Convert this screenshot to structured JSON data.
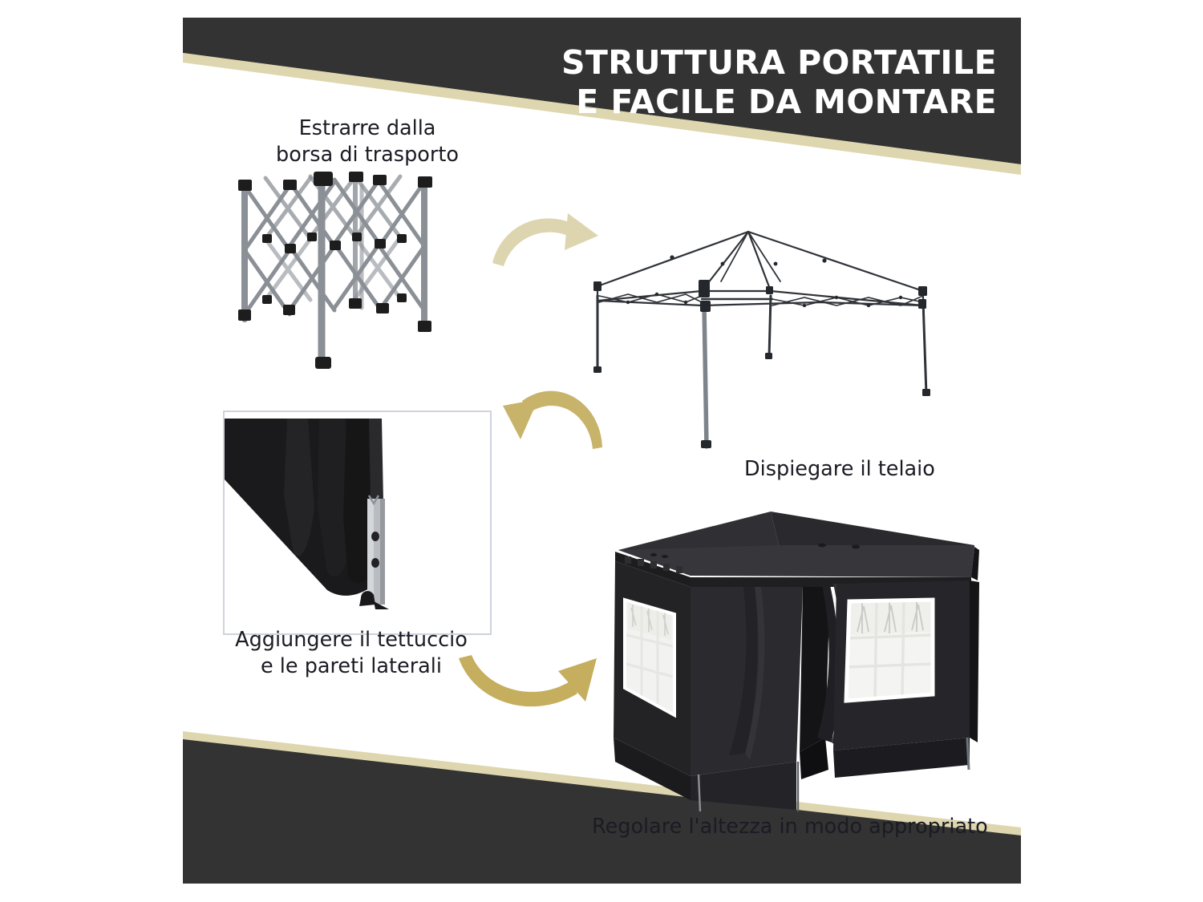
{
  "banner": {
    "title_line_1": "STRUTTURA PORTATILE",
    "title_line_2": "E FACILE DA MONTARE",
    "background_color": "#333333",
    "accent_color": "#ded6ae",
    "text_color": "#ffffff"
  },
  "steps": [
    {
      "id": "step-1",
      "caption_line_1": "Estrarre dalla",
      "caption_line_2": "borsa di trasporto",
      "image": "folded-gazebo-frame"
    },
    {
      "id": "step-2",
      "caption_line_1": "Dispiegare il telaio",
      "caption_line_2": "",
      "image": "unfolded-gazebo-frame"
    },
    {
      "id": "step-3",
      "caption_line_1": "Aggiungere il tettuccio",
      "caption_line_2": "e le pareti laterali",
      "image": "fabric-on-leg-detail-photo"
    },
    {
      "id": "step-4",
      "caption_line_1": "Regolare l'altezza in modo appropriato",
      "caption_line_2": "",
      "image": "assembled-black-gazebo-photo"
    }
  ],
  "arrows": [
    {
      "id": "arrow-1",
      "direction": "curve-down-right",
      "color": "#ded6b4"
    },
    {
      "id": "arrow-2",
      "direction": "curve-down-left",
      "color": "#c9bركة"
    },
    {
      "id": "arrow-3",
      "direction": "curve-up-right",
      "color": "#c5ae5e"
    }
  ],
  "colors": {
    "dark": "#333333",
    "cream": "#ded6ae",
    "arrow_light": "#ddd5b0",
    "arrow_mid": "#c8b36b",
    "arrow_gold": "#c5ae5e",
    "frame_gray": "#8b9096",
    "joint_black": "#1d1d1d",
    "canopy_black": "#262629",
    "window_white": "#f4f4f2",
    "photo_border": "#cfd3dc",
    "caption_text": "#1b1b24"
  }
}
